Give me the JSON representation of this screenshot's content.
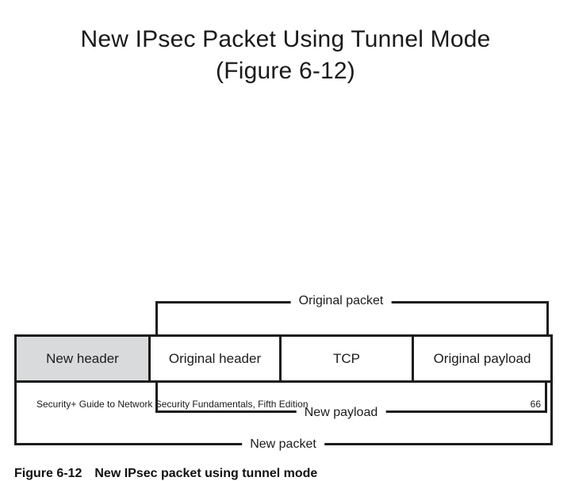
{
  "slide": {
    "title_line1": "New IPsec Packet Using Tunnel Mode",
    "title_line2": "(Figure 6-12)"
  },
  "figure": {
    "brackets": [
      {
        "name": "original-packet",
        "label": "Original packet",
        "position": "top",
        "spans": [
          "Original header",
          "TCP",
          "Original payload"
        ]
      },
      {
        "name": "new-payload",
        "label": "New payload",
        "position": "bottom",
        "spans": [
          "Original header",
          "TCP",
          "Original payload"
        ]
      },
      {
        "name": "new-packet",
        "label": "New packet",
        "position": "bottom",
        "spans": [
          "New header",
          "Original header",
          "TCP",
          "Original payload"
        ]
      }
    ],
    "packet_cells": [
      {
        "name": "new-header",
        "label": "New header",
        "shaded": true
      },
      {
        "name": "original-header",
        "label": "Original header",
        "shaded": false
      },
      {
        "name": "tcp",
        "label": "TCP",
        "shaded": false
      },
      {
        "name": "original-payload",
        "label": "Original payload",
        "shaded": false
      }
    ],
    "caption_number": "Figure 6-12",
    "caption_text": "New IPsec packet using tunnel mode"
  },
  "footer": {
    "text": "Security+ Guide to Network Security Fundamentals, Fifth Edition",
    "page": "66"
  },
  "colors": {
    "shaded_cell": "#d9dadb",
    "stroke": "#1c1c1c",
    "text": "#1a1a1a",
    "background": "#ffffff"
  }
}
